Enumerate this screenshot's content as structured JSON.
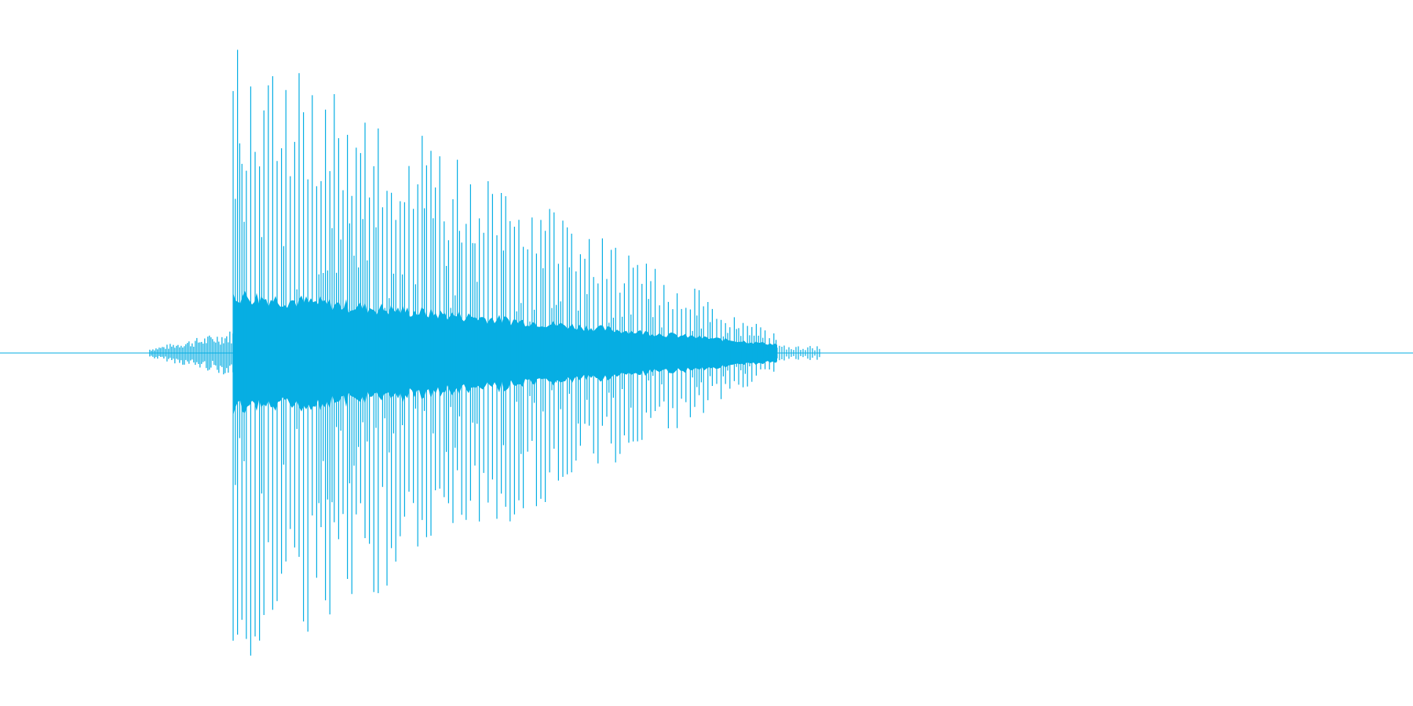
{
  "waveform": {
    "color": "#06aee3",
    "background": "#ffffff",
    "segments": {
      "pre_burst": {
        "start": 0.106,
        "end": 0.165,
        "peak": 0.07
      },
      "main_burst": {
        "start": 0.165,
        "end": 0.55,
        "peak_start": 0.96,
        "peak_end": 0.06,
        "dense_core": 0.17
      },
      "tail": {
        "start": 0.55,
        "end": 0.58,
        "peak": 0.015
      }
    }
  }
}
